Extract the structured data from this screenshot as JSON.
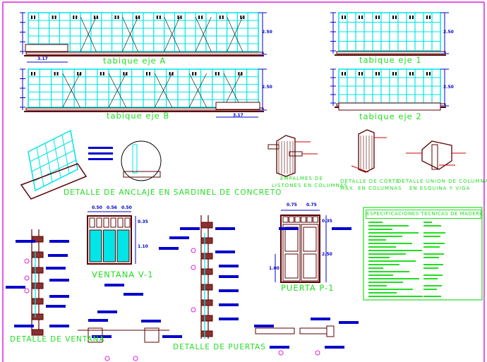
{
  "colors": {
    "frame": "#00e5e5",
    "wood": "#5a0000",
    "label": "#22dd22",
    "annotation": "#0000cc",
    "border": "#e020e0",
    "marker": "#e020e0"
  },
  "elevations": {
    "tabique_a": {
      "title": "tabique eje A",
      "height": "2.50",
      "dim": "3.17"
    },
    "tabique_b": {
      "title": "tabique eje B",
      "height": "2.50",
      "dim": "3.17"
    },
    "tabique_1": {
      "title": "tabique eje 1",
      "height": "2.50"
    },
    "tabique_2": {
      "title": "tabique eje 2",
      "height": "2.50"
    }
  },
  "details": {
    "anclaje": "DETALLE DE ANCLAJE EN SARDINEL DE CONCRETO",
    "empalmes": [
      "EMPALMES DE",
      "LISTONES EN COLUMNAS"
    ],
    "corte": [
      "DETALLE DE CORTE",
      "MAX. EN COLUMNAS"
    ],
    "union": [
      "DETALLE UNION DE COLUMNA",
      "EN ESQUINA Y VIGA"
    ],
    "ventana_detail": "DETALLE DE VENTANA",
    "puertas_detail": "DETALLE DE PUERTAS"
  },
  "ventana": {
    "title": "VENTANA V-1",
    "widths": [
      "0.50",
      "0.56",
      "0.50"
    ],
    "heights": [
      "0.35",
      "1.10"
    ]
  },
  "puerta": {
    "title": "PUERTA P-1",
    "widths": [
      "0.75",
      "0.75"
    ],
    "heights": [
      "0.35",
      "2.50",
      "1.00"
    ]
  },
  "specs": {
    "title": "ESPECIFICACIONES TECNICAS DE MADERA"
  }
}
